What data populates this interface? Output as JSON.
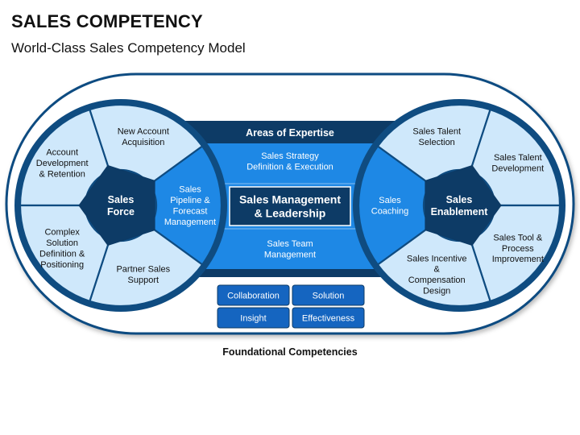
{
  "header": {
    "title": "SALES COMPETENCY",
    "subtitle": "World-Class Sales Competency Model"
  },
  "center": {
    "areas_heading": "Areas of Expertise",
    "strategy": [
      "Sales Strategy",
      "Definition & Execution"
    ],
    "core": [
      "Sales Management",
      "& Leadership"
    ],
    "team": [
      "Sales Team",
      "Management"
    ]
  },
  "left_wheel": {
    "hub": [
      "Sales",
      "Force"
    ],
    "segments": [
      {
        "lines": [
          "Account",
          "Development",
          "& Retention"
        ]
      },
      {
        "lines": [
          "New Account",
          "Acquisition"
        ]
      },
      {
        "lines": [
          "Sales",
          "Pipeline &",
          "Forecast",
          "Management"
        ]
      },
      {
        "lines": [
          "Partner Sales",
          "Support"
        ]
      },
      {
        "lines": [
          "Complex",
          "Solution",
          "Definition &",
          "Positioning"
        ]
      }
    ]
  },
  "right_wheel": {
    "hub": [
      "Sales",
      "Enablement"
    ],
    "segments": [
      {
        "lines": [
          "Sales Talent",
          "Selection"
        ]
      },
      {
        "lines": [
          "Sales Talent",
          "Development"
        ]
      },
      {
        "lines": [
          "Sales Tool &",
          "Process",
          "Improvement"
        ]
      },
      {
        "lines": [
          "Sales Incentive",
          "&",
          "Compensation",
          "Design"
        ]
      },
      {
        "lines": [
          "Sales",
          "Coaching"
        ]
      }
    ]
  },
  "foundation": {
    "boxes": [
      "Collaboration",
      "Solution",
      "Insight",
      "Effectiveness"
    ],
    "caption": "Foundational Competencies"
  },
  "colors": {
    "navy": "#0d3b66",
    "mid_blue": "#1565c0",
    "bright_blue": "#1e88e5",
    "pale_blue": "#cfe8fb",
    "outline": "#0f4c81"
  }
}
